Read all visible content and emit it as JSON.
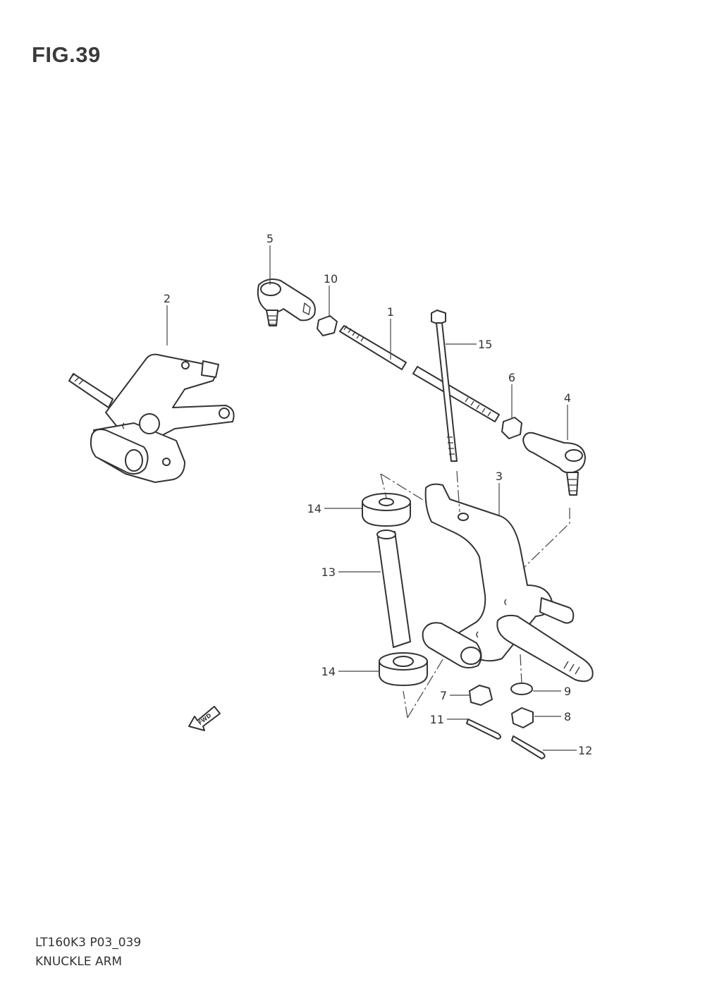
{
  "figure": {
    "title": "FIG.39"
  },
  "callouts": [
    "5",
    "10",
    "2",
    "1",
    "15",
    "6",
    "4",
    "3",
    "14",
    "13",
    "14",
    "7",
    "9",
    "11",
    "8",
    "12"
  ],
  "fwd_label": "FWD",
  "footer": {
    "code": "LT160K3 P03_039",
    "name": "KNUCKLE ARM"
  }
}
